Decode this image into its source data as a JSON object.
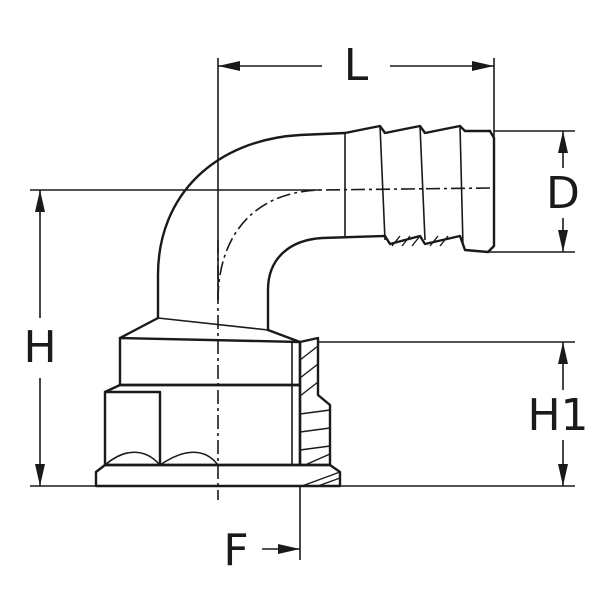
{
  "diagram": {
    "labels": {
      "length": "L",
      "diameter": "D",
      "height": "H",
      "nut_height": "H1",
      "thread": "F"
    }
  }
}
